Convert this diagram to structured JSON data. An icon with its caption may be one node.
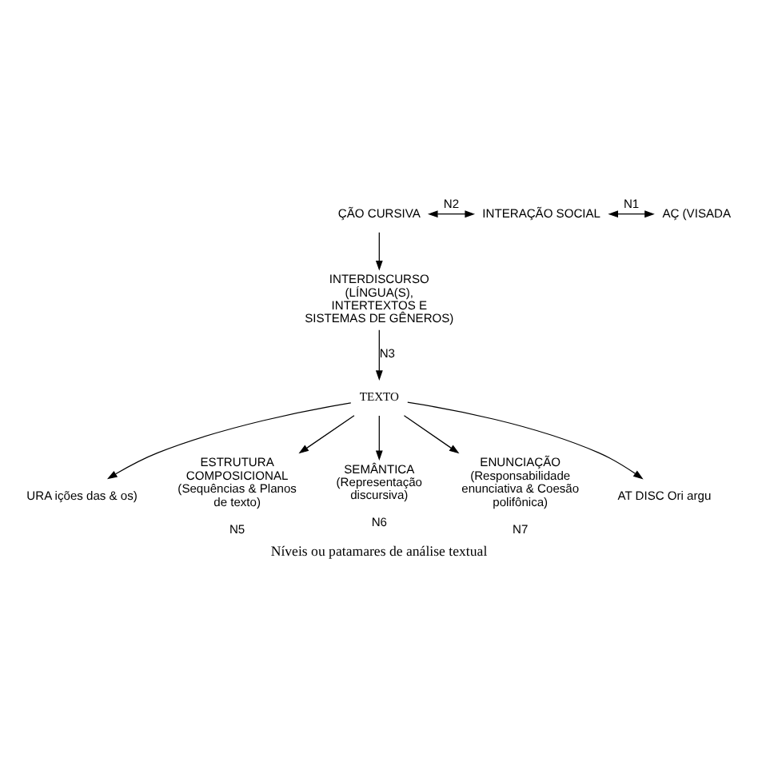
{
  "diagram": {
    "caption": "Níveis ou patamares de análise textual",
    "nodes": [
      {
        "text": [
          "ÇÃO CURSIVA"
        ]
      },
      {
        "text": [
          "INTERAÇÃO SOCIAL"
        ]
      },
      {
        "text": [
          "AÇ (VISADA"
        ]
      },
      {
        "text": [
          "INTERDISCURSO (LÍNGUA(S), INTERTEXTOS E SISTEMAS DE GÊNEROS)"
        ]
      },
      {
        "text": [
          "TEXTO"
        ]
      },
      {
        "text": [
          "URA ições das & os)"
        ]
      },
      {
        "text": [
          "ESTRUTURA COMPOSICIONAL (Sequências & Planos de texto)"
        ],
        "beside": [
          "N5"
        ]
      },
      {
        "text": [
          "SEMÂNTICA (Representação discursiva)"
        ],
        "beside": [
          "N6"
        ]
      },
      {
        "text": [
          "ENUNCIAÇÃO (Responsabilidade enunciativa & Coesão polifônica)"
        ],
        "beside": [
          "N7"
        ]
      },
      {
        "text": [
          "AT DISC Ori argu"
        ]
      }
    ],
    "edges": [
      {
        "from": 0,
        "to": 1,
        "arrow": "both",
        "label": "N2"
      },
      {
        "from": 1,
        "to": 2,
        "arrow": "both",
        "label": "N1"
      },
      {
        "from": 0,
        "to": 3,
        "arrow": "to"
      },
      {
        "from": 3,
        "to": 4,
        "arrow": "to",
        "label": "N3"
      },
      {
        "from": 4,
        "to": 5,
        "arrow": "to"
      },
      {
        "from": 4,
        "to": 6,
        "arrow": "to"
      },
      {
        "from": 4,
        "to": 7,
        "arrow": "to"
      },
      {
        "from": 4,
        "to": 8,
        "arrow": "to"
      },
      {
        "from": 4,
        "to": 9,
        "arrow": "to"
      }
    ]
  }
}
